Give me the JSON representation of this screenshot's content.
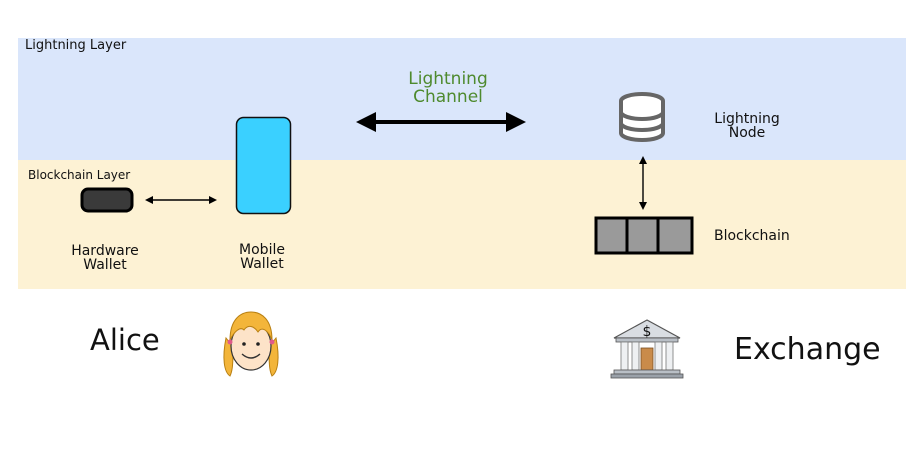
{
  "layers": {
    "lightning": {
      "title": "Lightning Layer"
    },
    "blockchain": {
      "title": "Blockchain Layer"
    }
  },
  "nodes": {
    "hardware_wallet": {
      "line1": "Hardware",
      "line2": "Wallet"
    },
    "mobile_wallet": {
      "line1": "Mobile",
      "line2": "Wallet"
    },
    "lightning_channel": {
      "line1": "Lightning",
      "line2": "Channel"
    },
    "lightning_node": {
      "line1": "Lightning",
      "line2": "Node"
    },
    "blockchain": {
      "label": "Blockchain"
    }
  },
  "actors": {
    "alice": {
      "name": "Alice"
    },
    "exchange": {
      "name": "Exchange",
      "sign_symbol": "$"
    }
  },
  "colors": {
    "lightning_band": "#dae6fb",
    "blockchain_band": "#fdf2d4",
    "channel_text": "#4e8a2e",
    "phone": "#3ad0ff"
  }
}
